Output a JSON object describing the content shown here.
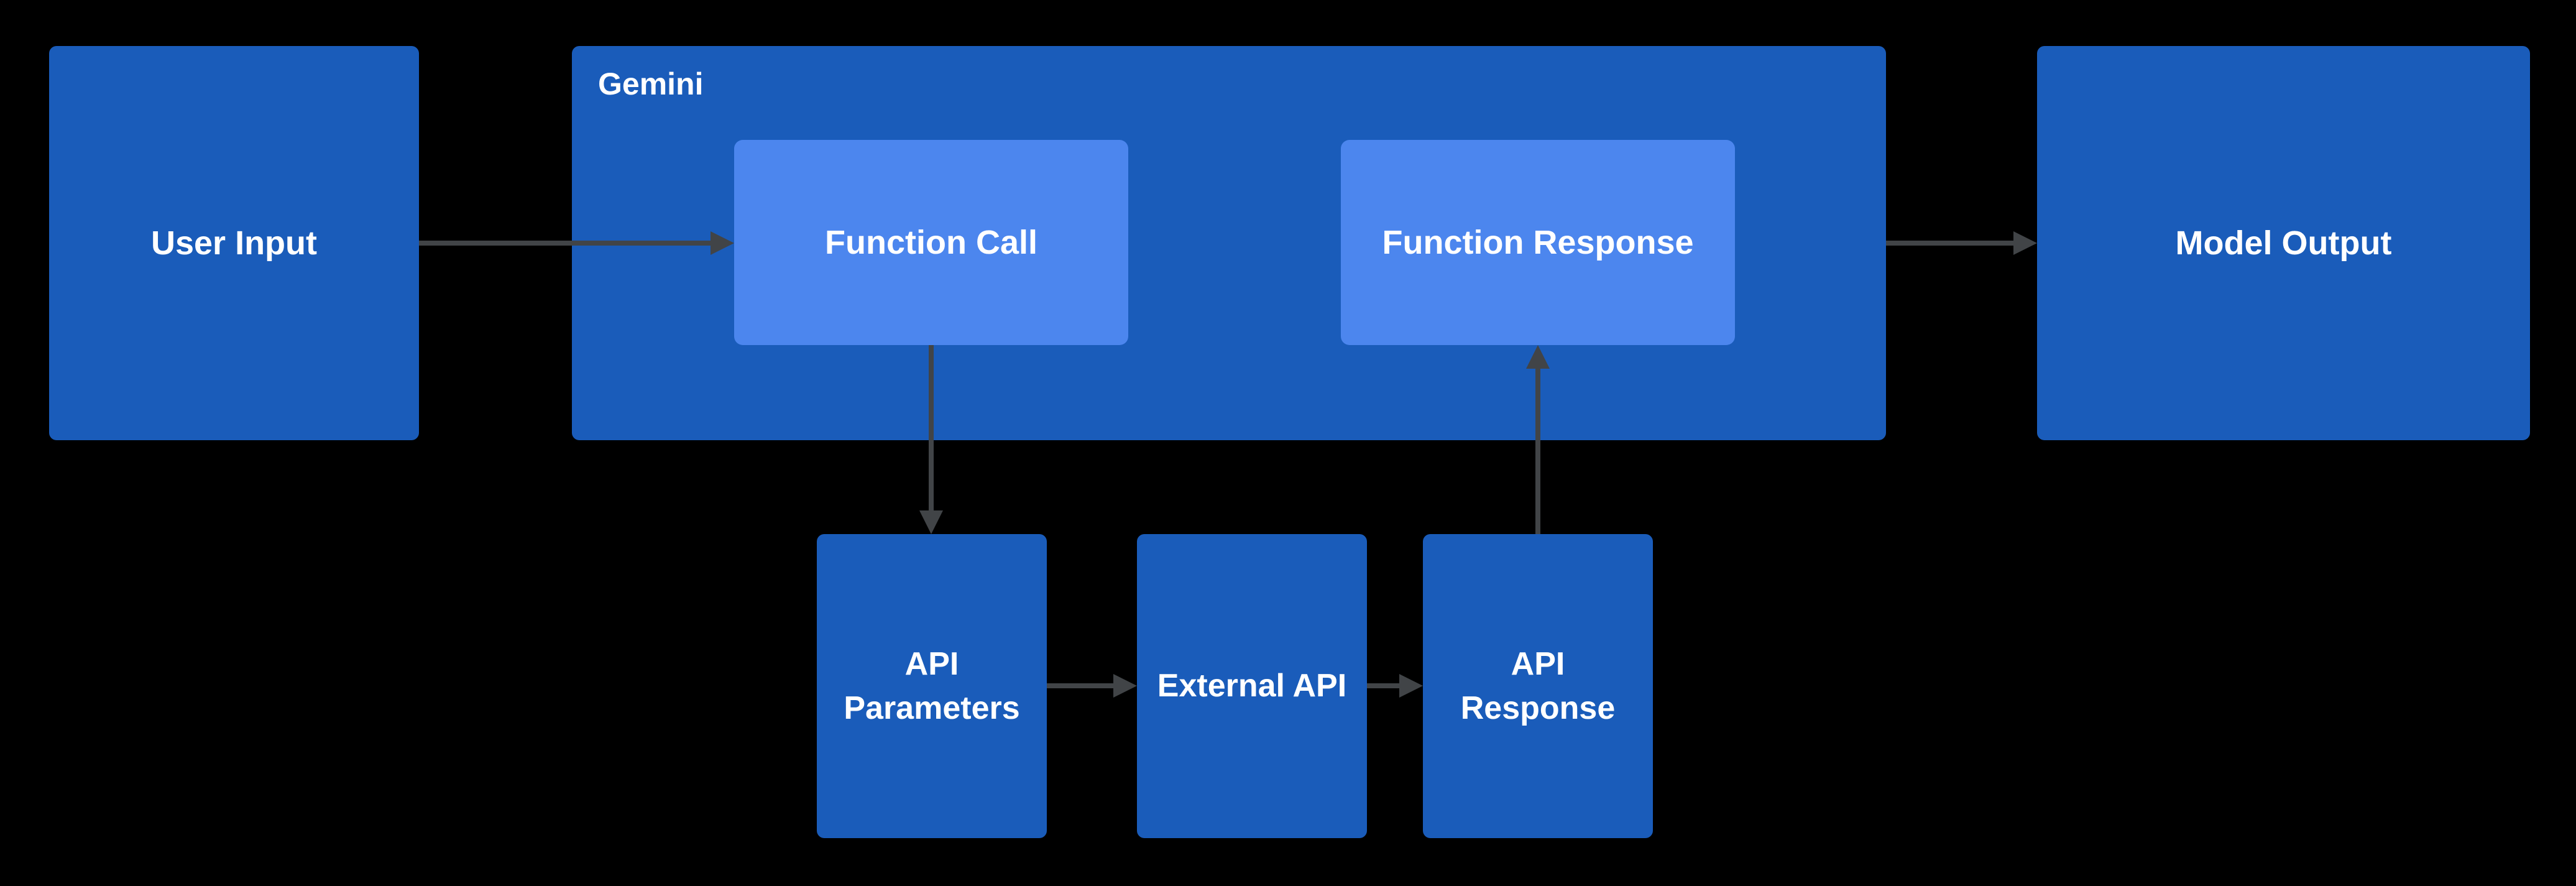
{
  "diagram": {
    "colors": {
      "background": "#000000",
      "box": "#1a5cba",
      "inner_box": "#4c86ee",
      "arrow": "#414447",
      "text": "#ffffff"
    },
    "nodes": {
      "user_input": {
        "label": "User Input"
      },
      "gemini": {
        "label": "Gemini"
      },
      "function_call": {
        "label": "Function Call"
      },
      "function_response": {
        "label": "Function Response"
      },
      "model_output": {
        "label": "Model Output"
      },
      "api_parameters": {
        "label": "API Parameters"
      },
      "external_api": {
        "label": "External API"
      },
      "api_response": {
        "label": "API Response"
      }
    }
  }
}
